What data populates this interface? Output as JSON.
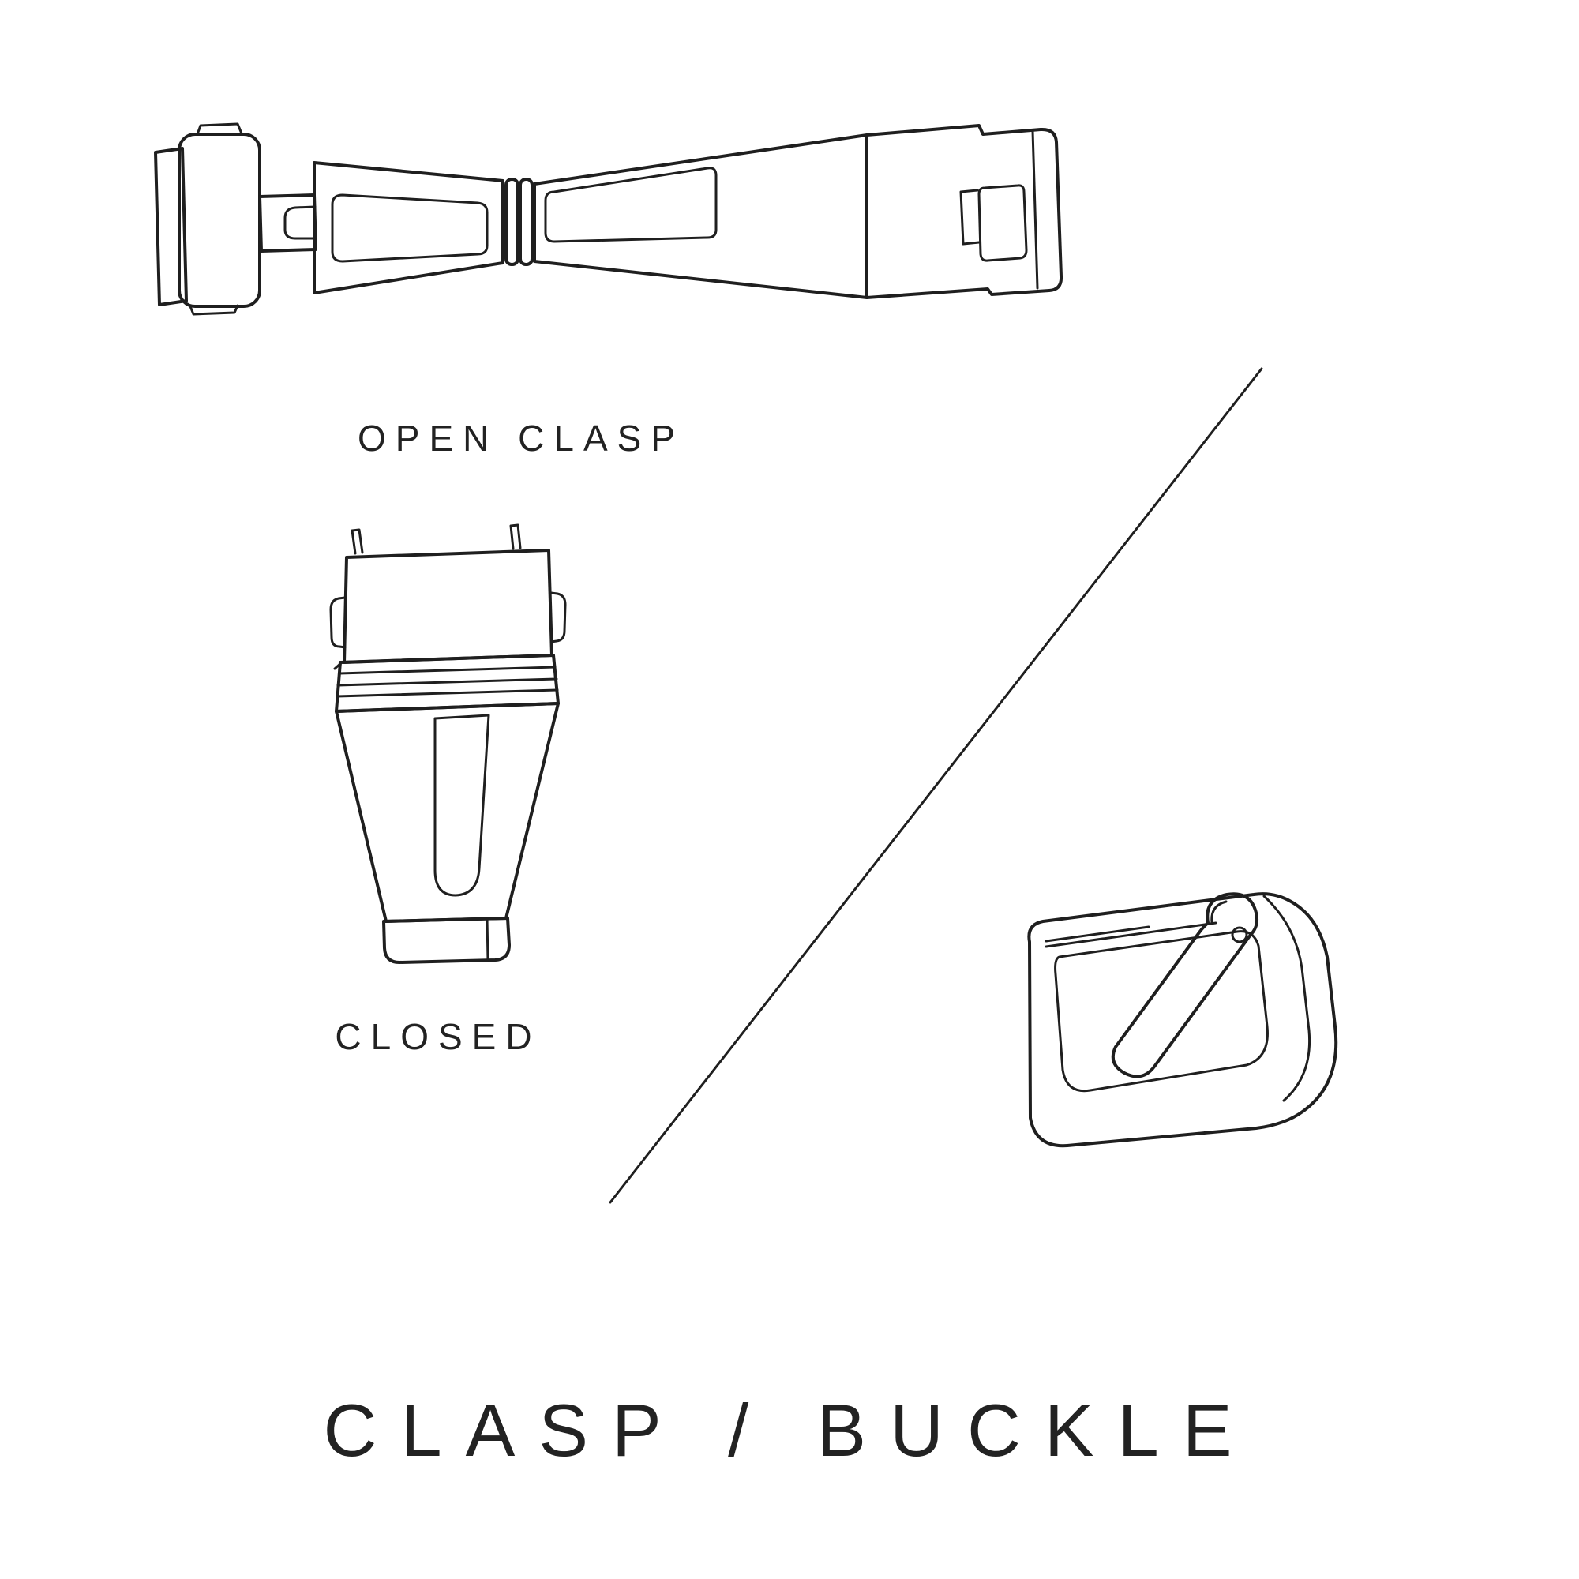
{
  "page": {
    "background": "#ffffff",
    "line_color": "#1f1f1f",
    "text_color": "#222222"
  },
  "figures": {
    "open_clasp": {
      "label": "OPEN CLASP",
      "illustration": "open-butterfly-clasp-line-drawing"
    },
    "closed_clasp": {
      "label": "CLOSED",
      "illustration": "closed-clasp-line-drawing"
    },
    "buckle": {
      "illustration": "pin-buckle-line-drawing"
    }
  },
  "title": {
    "text": "CLASP / BUCKLE"
  }
}
